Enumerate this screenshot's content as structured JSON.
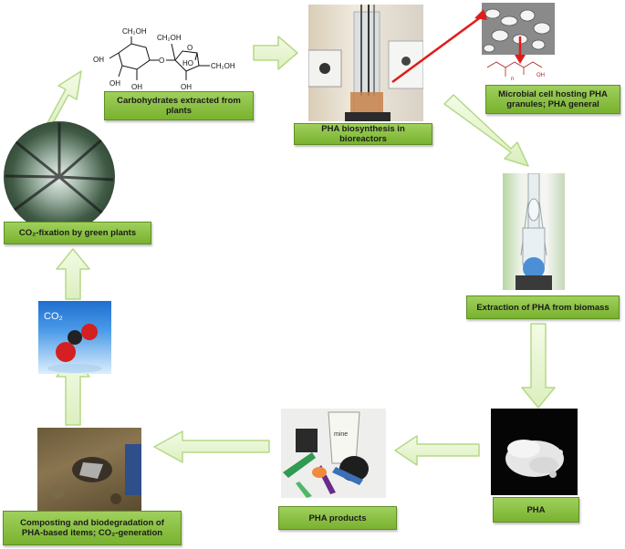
{
  "colors": {
    "label_fill": "#8cc447",
    "label_border": "#5f8f22",
    "arrow_fill": "#e6f7c8",
    "arrow_stroke": "#b8dc8a",
    "pointer_red": "#e01b1b"
  },
  "nodes": {
    "carbohydrates": "Carbohydrates extracted from plants",
    "bioreactors": "PHA biosynthesis in bioreactors",
    "microbial_cell": "Microbial cell hosting PHA granules; PHA general",
    "extraction": "Extraction of PHA from biomass",
    "pha": "PHA",
    "products": "PHA products",
    "composting": "Composting and biodegradation of PHA-based items; CO₂-generation",
    "co2_fixation": "CO₂-fixation by green plants"
  },
  "molecule": {
    "groups": [
      "CH₂OH",
      "OH",
      "OH",
      "OH",
      "O",
      "CH₂OH",
      "O",
      "HO",
      "CH₂OH",
      "OH"
    ]
  },
  "co2_image": {
    "text": "CO₂"
  },
  "cup_text": "mine",
  "icons": [
    "cycle-arrow",
    "sucrose-structure",
    "bioreactor-photo",
    "micrograph-photo",
    "soxhlet-extractor-photo",
    "pha-powder-photo",
    "plastic-products-photo",
    "soil-compost-photo",
    "co2-molecule-image",
    "forest-canopy-photo"
  ]
}
